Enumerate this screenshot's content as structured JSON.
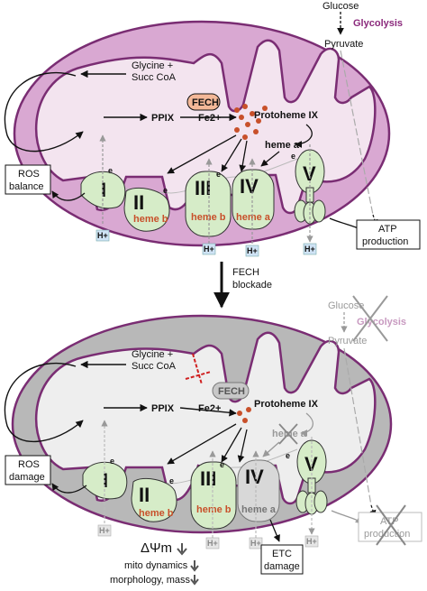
{
  "top": {
    "glucose": "Glucose",
    "glycolysis": "Glycolysis",
    "pyruvate": "Pyruvate",
    "glycine": "Glycine +",
    "succ_coa": "Succ CoA",
    "ppix": "PPIX",
    "fech": "FECH",
    "fe": "Fe2+",
    "protoheme": "Protoheme IX",
    "heme_a": "heme a",
    "ros_line1": "ROS",
    "ros_line2": "balance",
    "atp_line1": "ATP",
    "atp_line2": "production",
    "complexes": [
      "I",
      "II",
      "III",
      "IV",
      "V"
    ],
    "heme_b_ii": "heme b",
    "heme_b_iii": "heme b",
    "heme_a_iv": "heme a",
    "e": "e",
    "h": "H+"
  },
  "middle": {
    "line1": "FECH",
    "line2": "blockade"
  },
  "bottom": {
    "glucose": "Glucose",
    "glycolysis": "Glycolysis",
    "pyruvate": "Pyruvate",
    "glycine": "Glycine +",
    "succ_coa": "Succ CoA",
    "ppix": "PPIX",
    "fech": "FECH",
    "fe": "Fe2+",
    "protoheme": "Protoheme IX",
    "heme_a": "heme a",
    "ros_line1": "ROS",
    "ros_line2": "damage",
    "atp_line1": "ATP",
    "atp_line2": "production",
    "etc_line1": "ETC",
    "etc_line2": "damage",
    "complexes": [
      "I",
      "II",
      "III",
      "IV",
      "V"
    ],
    "heme_b_ii": "heme b",
    "heme_b_iii": "heme b",
    "heme_a_iv": "heme a",
    "e": "e",
    "h": "H+",
    "psi": "ΔΨm",
    "mito_dynamics": "mito dynamics",
    "morphology": "morphology, mass"
  },
  "colors": {
    "outer_top": "#d9a8d2",
    "inner_top": "#f3e4ef",
    "outer_bottom": "#b8b8b8",
    "inner_bottom": "#eeeeee",
    "membrane": "#7a2d73",
    "complex": "#d6ecc8",
    "heme_red": "#c8502a",
    "glycolysis": "#8b2a7c"
  }
}
